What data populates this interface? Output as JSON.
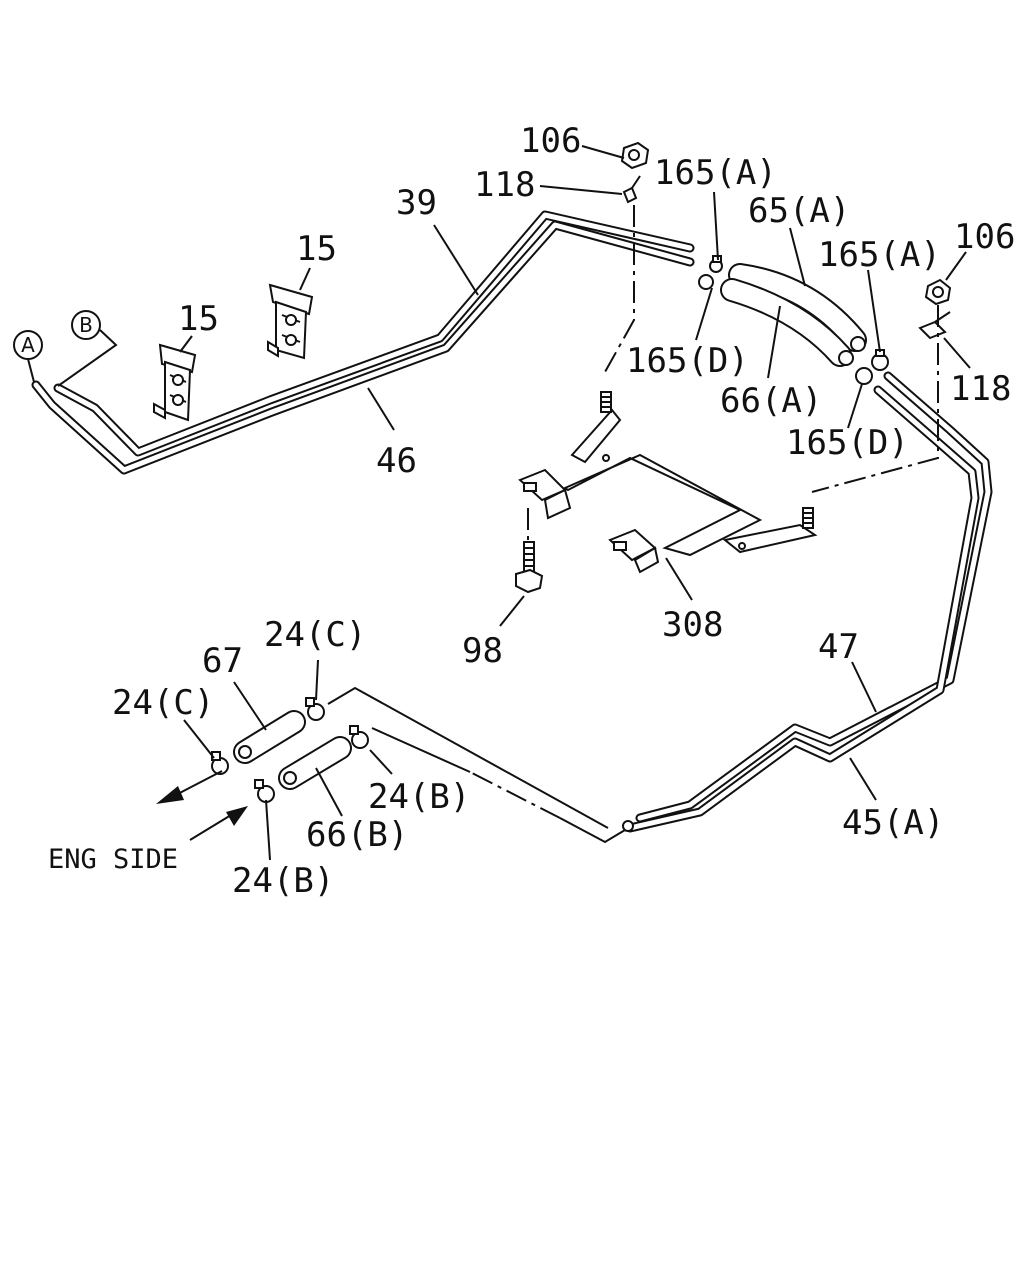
{
  "labels": {
    "106_top": "106",
    "118_top": "118",
    "165a_top": "165(A)",
    "39": "39",
    "15_upper": "15",
    "15_lower": "15",
    "65a": "65(A)",
    "165a_right": "165(A)",
    "106_right": "106",
    "165d_left": "165(D)",
    "66a": "66(A)",
    "118_right": "118",
    "165d_right": "165(D)",
    "46": "46",
    "98": "98",
    "308": "308",
    "47": "47",
    "24c_top": "24(C)",
    "67": "67",
    "24c_left": "24(C)",
    "24b_right": "24(B)",
    "66b": "66(B)",
    "45a": "45(A)",
    "24b_bottom": "24(B)",
    "eng_side": "ENG SIDE"
  },
  "markers": {
    "a": "A",
    "b": "B"
  },
  "colors": {
    "line": "#111111",
    "background": "#ffffff"
  }
}
